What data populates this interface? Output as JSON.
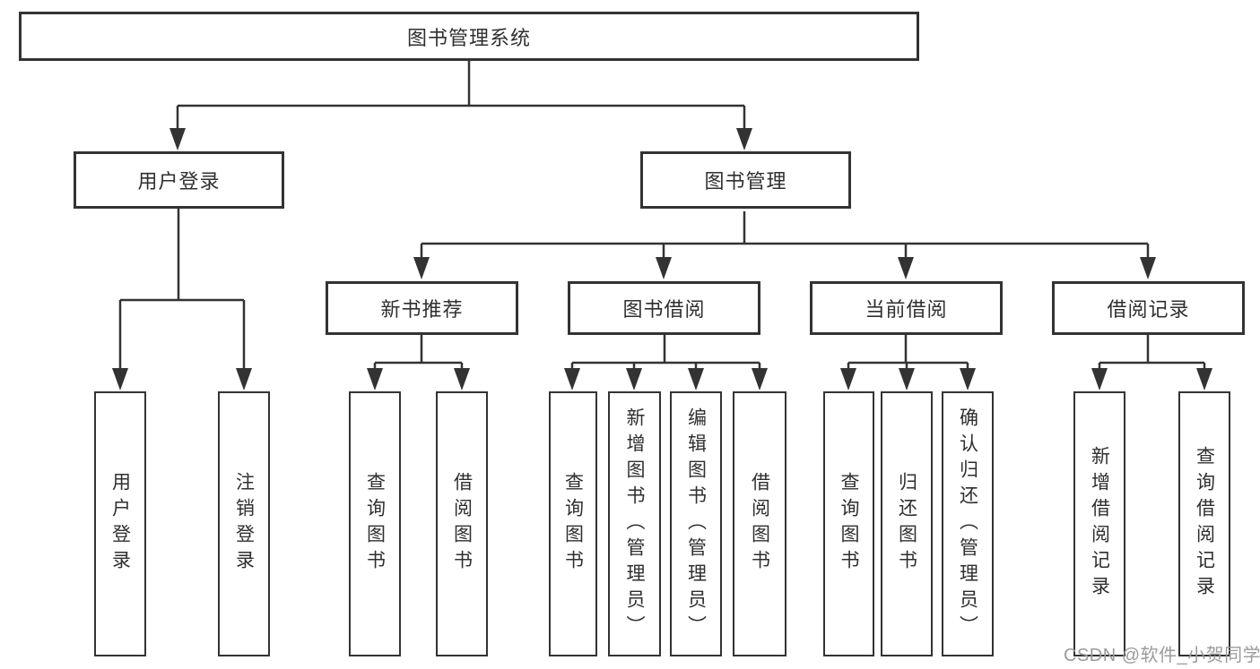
{
  "diagram": {
    "title": "图书管理系统",
    "children": [
      {
        "label": "用户登录",
        "children": [
          {
            "label": "用户登录"
          },
          {
            "label": "注销登录"
          }
        ]
      },
      {
        "label": "图书管理",
        "children": [
          {
            "label": "新书推荐",
            "children": [
              {
                "label": "查询图书"
              },
              {
                "label": "借阅图书"
              }
            ]
          },
          {
            "label": "图书借阅",
            "children": [
              {
                "label": "查询图书"
              },
              {
                "label": "新增图书（管理员）"
              },
              {
                "label": "编辑图书（管理员）"
              },
              {
                "label": "借阅图书"
              }
            ]
          },
          {
            "label": "当前借阅",
            "children": [
              {
                "label": "查询图书"
              },
              {
                "label": "归还图书"
              },
              {
                "label": "确认归还（管理员）"
              }
            ]
          },
          {
            "label": "借阅记录",
            "children": [
              {
                "label": "新增借阅记录"
              },
              {
                "label": "查询借阅记录"
              }
            ]
          }
        ]
      }
    ]
  },
  "watermark": {
    "text": "CSDN @软件_小贺同学"
  },
  "colors": {
    "line": "#333333",
    "text": "#2f2f2f",
    "box_fill": "#ffffff",
    "watermark": "#9b9b9b"
  }
}
